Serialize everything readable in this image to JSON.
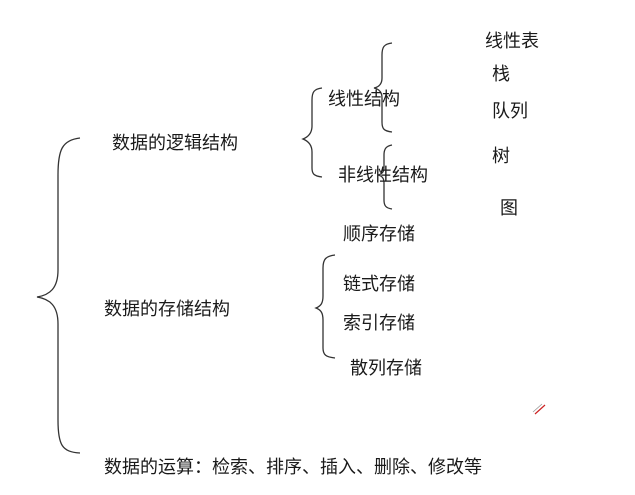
{
  "root": {
    "logical": {
      "label": "数据的逻辑结构",
      "linear": {
        "label": "线性结构",
        "items": [
          "线性表",
          "栈",
          "队列"
        ]
      },
      "nonlinear": {
        "label": "非线性结构",
        "items": [
          "树",
          "图"
        ]
      }
    },
    "storage": {
      "label": "数据的存储结构",
      "items": [
        "顺序存储",
        "链式存储",
        "索引存储",
        "散列存储"
      ]
    },
    "operations": {
      "label": "数据的运算：检索、排序、插入、删除、修改等"
    }
  },
  "colors": {
    "text": "#1a1a1a",
    "cursor": "#cc2222"
  }
}
